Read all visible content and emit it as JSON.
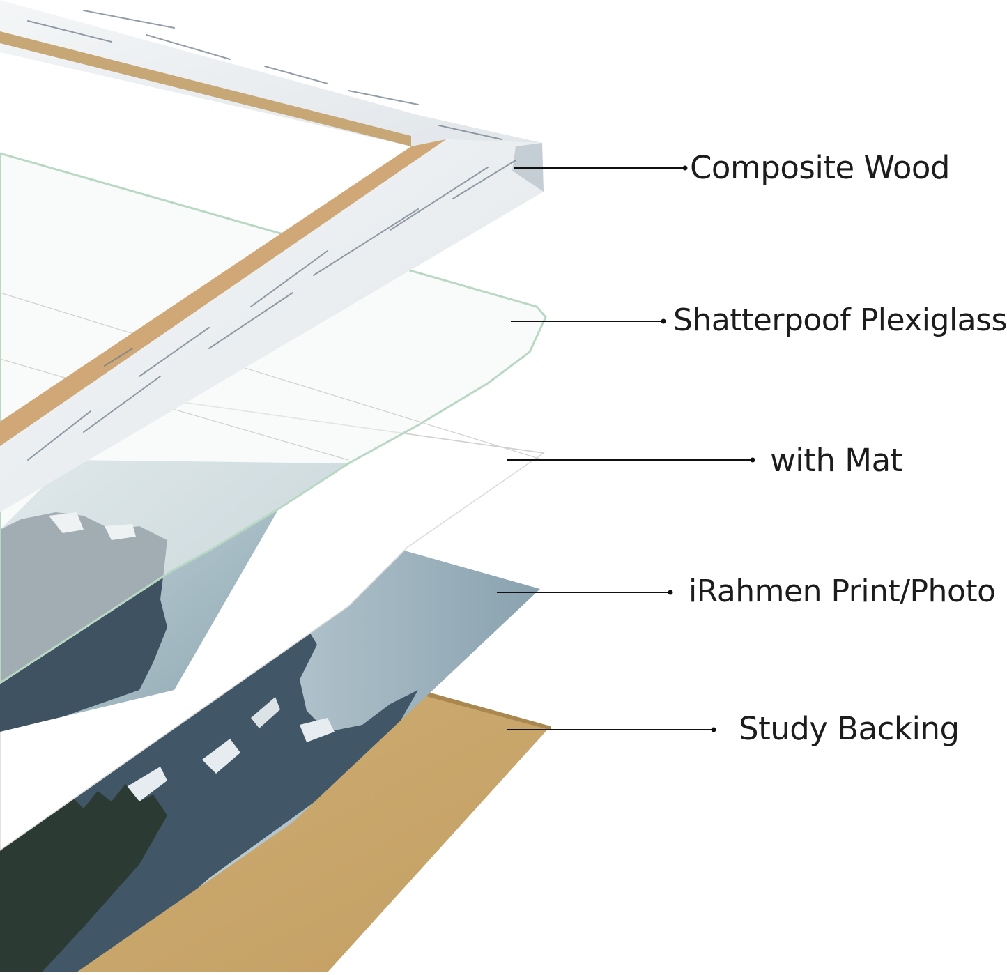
{
  "layers": [
    {
      "id": "frame",
      "label": "Composite Wood"
    },
    {
      "id": "glass",
      "label": "Shatterpoof Plexiglass"
    },
    {
      "id": "mat",
      "label": "with Mat"
    },
    {
      "id": "print",
      "label": "iRahmen Print/Photo"
    },
    {
      "id": "backing",
      "label": "Study Backing"
    }
  ],
  "colors": {
    "background": "#ffffff",
    "frame": "#e9edf0",
    "frame_grain": "#6f7d8a",
    "frame_inner_edge": "#b89a6e",
    "glass_edge": "#b9d8c4",
    "mat_edge": "#d3d3d3",
    "sky": "#9fb6bf",
    "mountain": "#3f5463",
    "snow": "#e8eef0",
    "trees": "#2c3d34",
    "backing": "#c9a66b",
    "leader_line": "#111111"
  }
}
